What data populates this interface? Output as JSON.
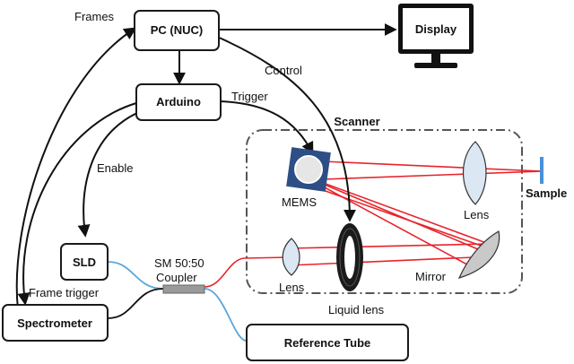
{
  "nodes": {
    "pc": "PC (NUC)",
    "display": "Display",
    "arduino": "Arduino",
    "sld": "SLD",
    "spectrometer": "Spectrometer",
    "reference": "Reference Tube"
  },
  "labels": {
    "frames": "Frames",
    "control": "Control",
    "trigger": "Trigger",
    "enable": "Enable",
    "frame_trigger": "Frame trigger",
    "coupler_line1": "SM 50:50",
    "coupler_line2": "Coupler",
    "scanner": "Scanner",
    "mems": "MEMS",
    "lens_right": "Lens",
    "lens_left": "Lens",
    "sample": "Sample",
    "mirror": "Mirror",
    "liquid_lens": "Liquid lens"
  },
  "colors": {
    "beam": "#e8242b",
    "fiber": "#5aa6dc",
    "mems_frame": "#2d4f86",
    "lens_fill": "#dbe7f3",
    "sample": "#4a90d9"
  }
}
